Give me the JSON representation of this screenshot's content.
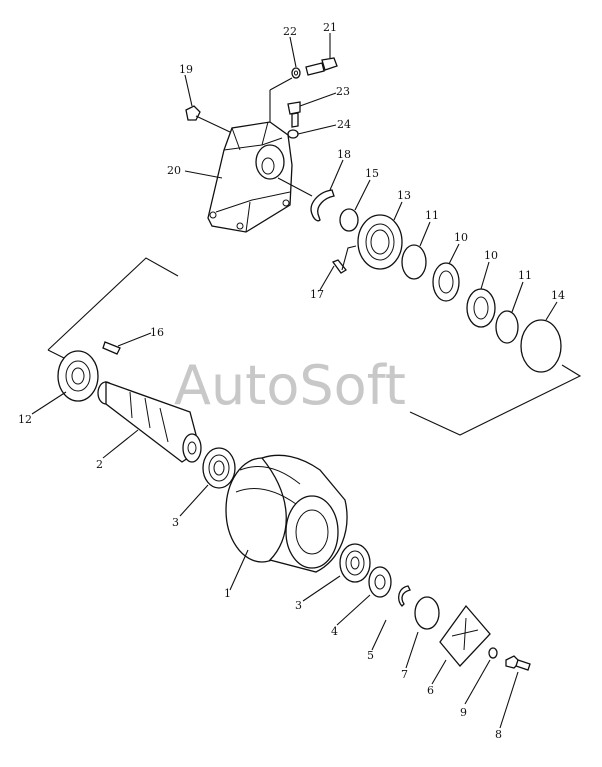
{
  "watermark": "AutoSoft",
  "callouts": {
    "c1": "1",
    "c2": "2",
    "c3a": "3",
    "c3b": "3",
    "c4": "4",
    "c5": "5",
    "c6": "6",
    "c7": "7",
    "c8": "8",
    "c9": "9",
    "c10a": "10",
    "c10b": "10",
    "c11a": "11",
    "c11b": "11",
    "c12": "12",
    "c13": "13",
    "c14": "14",
    "c15": "15",
    "c16": "16",
    "c17": "17",
    "c18": "18",
    "c19": "19",
    "c20": "20",
    "c21": "21",
    "c22": "22",
    "c23": "23",
    "c24": "24"
  }
}
